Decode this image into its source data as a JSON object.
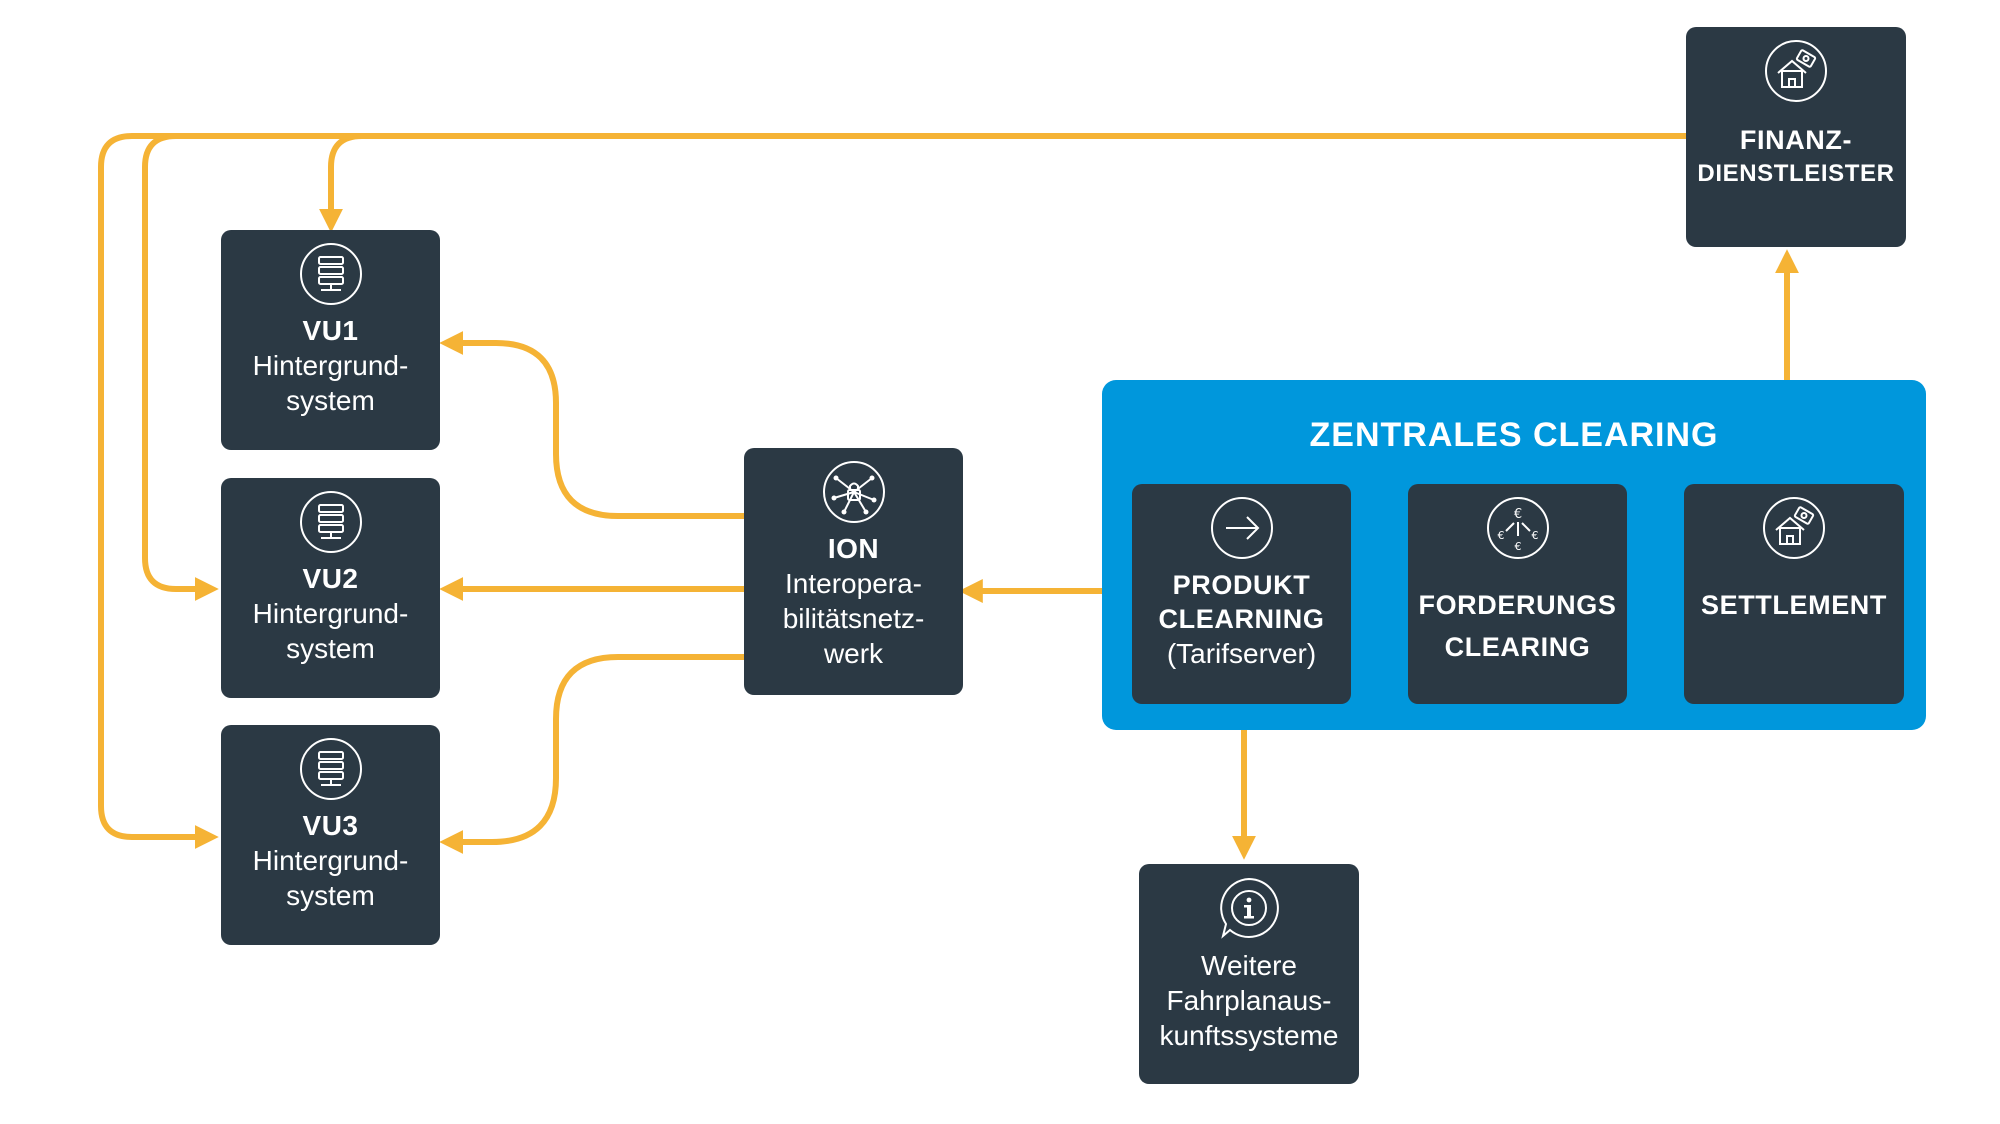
{
  "colors": {
    "node_bg": "#2b3944",
    "panel_bg": "#0097dc",
    "arrow": "#f5b335",
    "text": "#ffffff"
  },
  "vu1": {
    "icon": "server-icon",
    "title": "VU1",
    "line1": "Hintergrund-",
    "line2": "system"
  },
  "vu2": {
    "icon": "server-icon",
    "title": "VU2",
    "line1": "Hintergrund-",
    "line2": "system"
  },
  "vu3": {
    "icon": "server-icon",
    "title": "VU3",
    "line1": "Hintergrund-",
    "line2": "system"
  },
  "ion": {
    "icon": "network-lock-icon",
    "title": "ION",
    "line1": "Interopera-",
    "line2": "bilitätsnetz-",
    "line3": "werk"
  },
  "finanz": {
    "icon": "house-money-icon",
    "line1": "FINANZ-",
    "line2": "DIENSTLEISTER"
  },
  "clearing": {
    "title": "ZENTRALES CLEARING"
  },
  "produkt": {
    "icon": "arrow-right-icon",
    "line1": "PRODUKT",
    "line2": "CLEARNING",
    "line3": "(Tarifserver)"
  },
  "forderungs": {
    "icon": "euro-exchange-icon",
    "line1": "FORDERUNGS",
    "line2": "CLEARING"
  },
  "settlement": {
    "icon": "house-money-icon",
    "label": "SETTLEMENT"
  },
  "weitere": {
    "icon": "info-bubble-icon",
    "line1": "Weitere",
    "line2": "Fahrplanaus-",
    "line3": "kunftssysteme"
  }
}
